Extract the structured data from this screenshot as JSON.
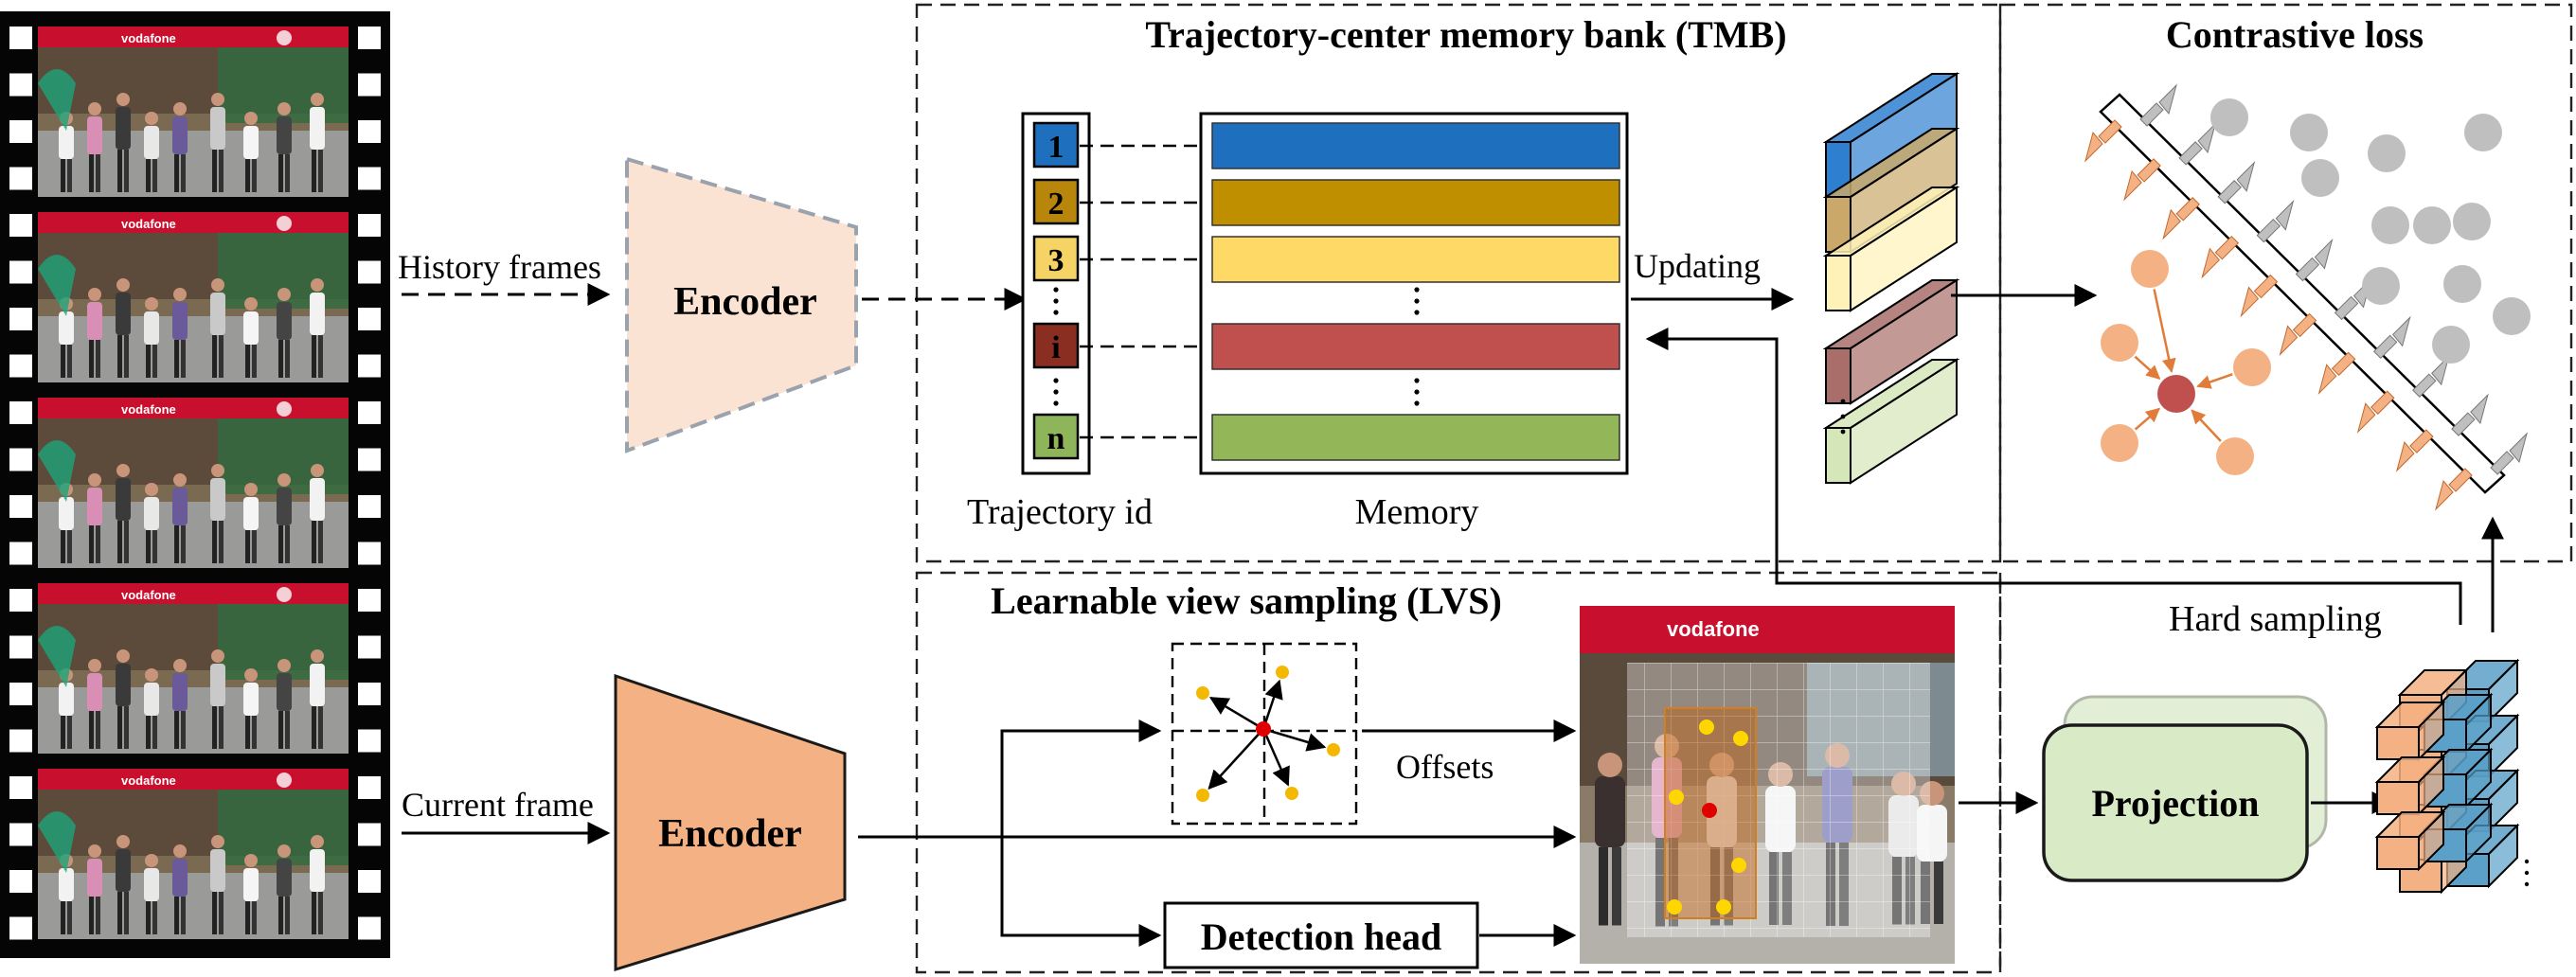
{
  "sections": {
    "tmb_title": "Trajectory-center memory bank (TMB)",
    "contrastive_title": "Contrastive loss",
    "lvs_title": "Learnable view sampling (LVS)"
  },
  "labels": {
    "history_frames": "History frames",
    "current_frame": "Current frame",
    "encoder_top": "Encoder",
    "encoder_bottom": "Encoder",
    "updating": "Updating",
    "trajectory_id": "Trajectory id",
    "memory": "Memory",
    "offsets": "Offsets",
    "detection_head": "Detection head",
    "projection": "Projection",
    "hard_sampling": "Hard sampling",
    "vodafone_sign": "vodafone"
  },
  "trajectory_ids": [
    {
      "id": "1",
      "color": "#1f6fbf"
    },
    {
      "id": "2",
      "color": "#b8860b"
    },
    {
      "id": "3",
      "color": "#f6d365"
    },
    {
      "id": "i",
      "color": "#8b2e22"
    },
    {
      "id": "n",
      "color": "#8fb55a"
    }
  ],
  "memory_rows": [
    {
      "color": "#1f6fbf"
    },
    {
      "color": "#bf8f00"
    },
    {
      "color": "#ffd966"
    },
    {
      "color": "#c0504d"
    },
    {
      "color": "#92b658"
    }
  ],
  "stack_colors": [
    "#2f7fd1",
    "#c9a86a",
    "#fff2b8",
    "#a96e6a",
    "#d5e6b8"
  ],
  "colors": {
    "encoder_top_fill": "#fbe3d4",
    "encoder_top_stroke": "#9aa3ad",
    "encoder_bottom_fill": "#f4b183",
    "projection_fill": "#d8ebc6",
    "projection_stroke": "#1a1a1a",
    "orange_sample": "#f4b183",
    "orange_arrow": "#e07b39",
    "gray_sample": "#bfbfbf",
    "center_sample": "#c0504d",
    "point_yellow": "#ffd700",
    "point_red": "#e00000"
  }
}
